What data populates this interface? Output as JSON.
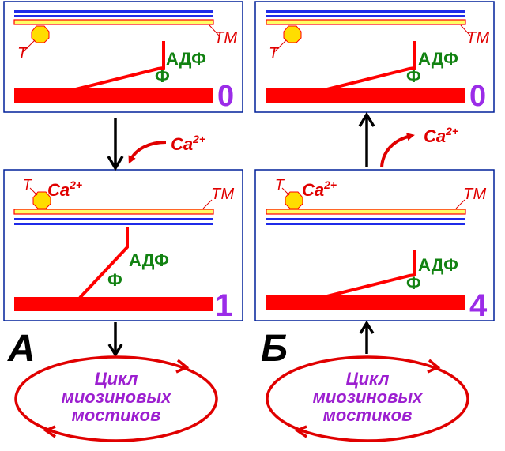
{
  "labels": {
    "troponin": "Т",
    "tropomyosin": "ТМ",
    "adp": "АДФ",
    "phosphate": "Ф",
    "calcium": "Ca",
    "calcium_charge": "2+"
  },
  "panels": {
    "top_left_state": "0",
    "top_right_state": "0",
    "bottom_left_state": "1",
    "bottom_right_state": "4"
  },
  "sections": {
    "left": "А",
    "right": "Б"
  },
  "cycle": {
    "line1": "Цикл",
    "line2": "миозиновых",
    "line3": "мостиков"
  },
  "colors": {
    "panel_border": "#00209a",
    "thin_filament": "#1f2be8",
    "tropomyosin_fill": "#ffff66",
    "troponin_fill": "#ffdd00",
    "myosin": "#ff0000",
    "arrow_black": "#000000"
  }
}
